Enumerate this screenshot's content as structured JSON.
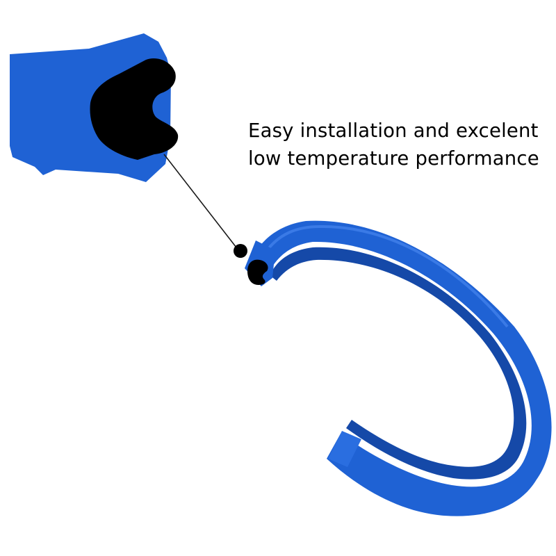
{
  "caption": {
    "line1": "Easy installation and excelent",
    "line2": "low temperature performance"
  },
  "colors": {
    "seal_blue": "#1f62d4",
    "seal_blue_dark": "#1549a8",
    "seal_blue_light": "#3a7ae6",
    "insert_black": "#000000",
    "background": "#ffffff"
  },
  "parts": {
    "cross_section": "seal-cross-section-icon",
    "ring": "seal-ring-icon",
    "insert": "o-ring-insert-icon",
    "marker": "detail-marker-dot"
  }
}
